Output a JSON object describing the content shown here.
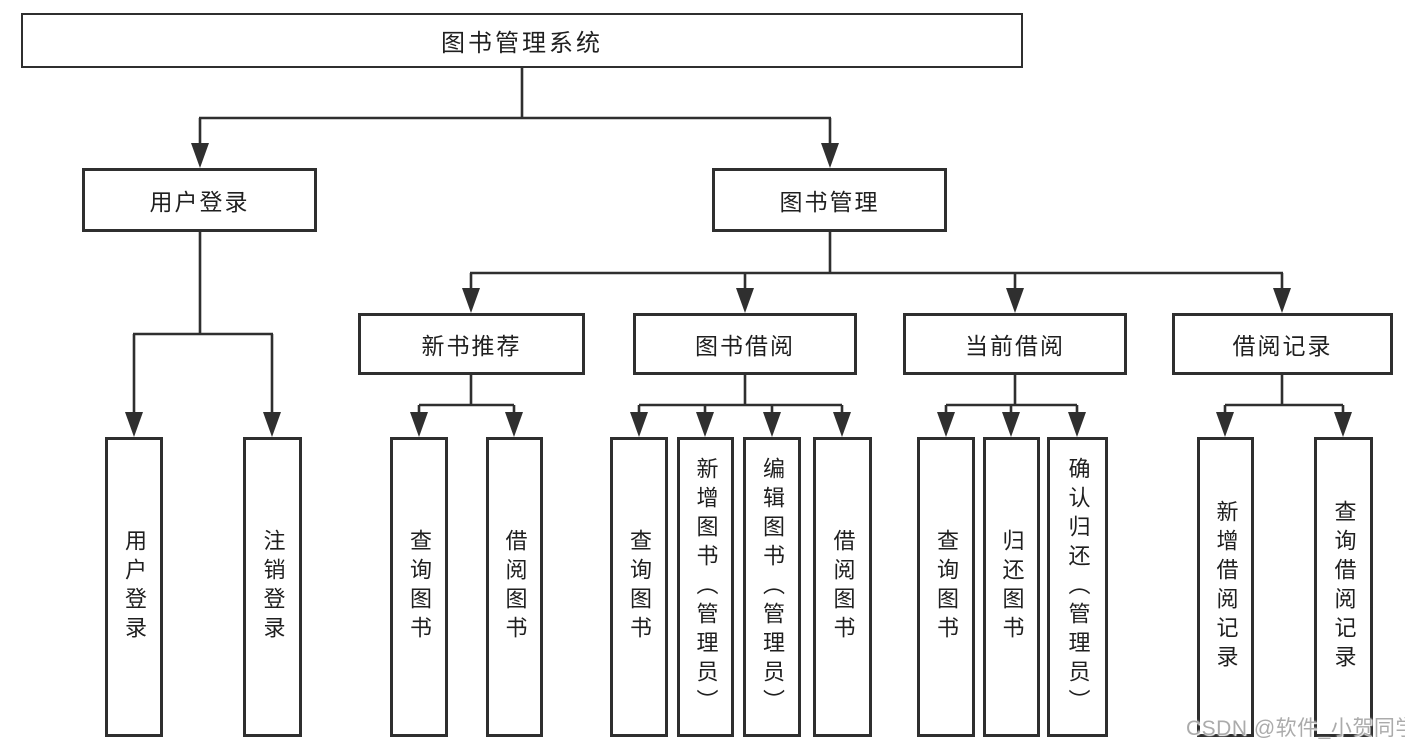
{
  "nodes": {
    "root": {
      "label": "图书管理系统"
    },
    "level2": [
      {
        "label": "用户登录"
      },
      {
        "label": "图书管理"
      }
    ],
    "level3": [
      {
        "label": "新书推荐"
      },
      {
        "label": "图书借阅"
      },
      {
        "label": "当前借阅"
      },
      {
        "label": "借阅记录"
      }
    ],
    "group_user_login": [
      {
        "label": "用户登录"
      },
      {
        "label": "注销登录"
      }
    ],
    "group_new_book": [
      {
        "label": "查询图书"
      },
      {
        "label": "借阅图书"
      }
    ],
    "group_book_borrow": [
      {
        "label": "查询图书"
      },
      {
        "label": "新增图书（管理员）"
      },
      {
        "label": "编辑图书（管理员）"
      },
      {
        "label": "借阅图书"
      }
    ],
    "group_current_borrow": [
      {
        "label": "查询图书"
      },
      {
        "label": "归还图书"
      },
      {
        "label": "确认归还（管理员）"
      }
    ],
    "group_borrow_record": [
      {
        "label": "新增借阅记录"
      },
      {
        "label": "查询借阅记录"
      }
    ]
  },
  "watermark": {
    "text": "CSDN @软件_小贺同学"
  },
  "colors": {
    "line": "#2f2f2f",
    "box_border": "#2f2f2f",
    "box_background": "#ffffff",
    "text": "#1f1f1f",
    "watermark": "#ababab",
    "background": "#ffffff"
  }
}
